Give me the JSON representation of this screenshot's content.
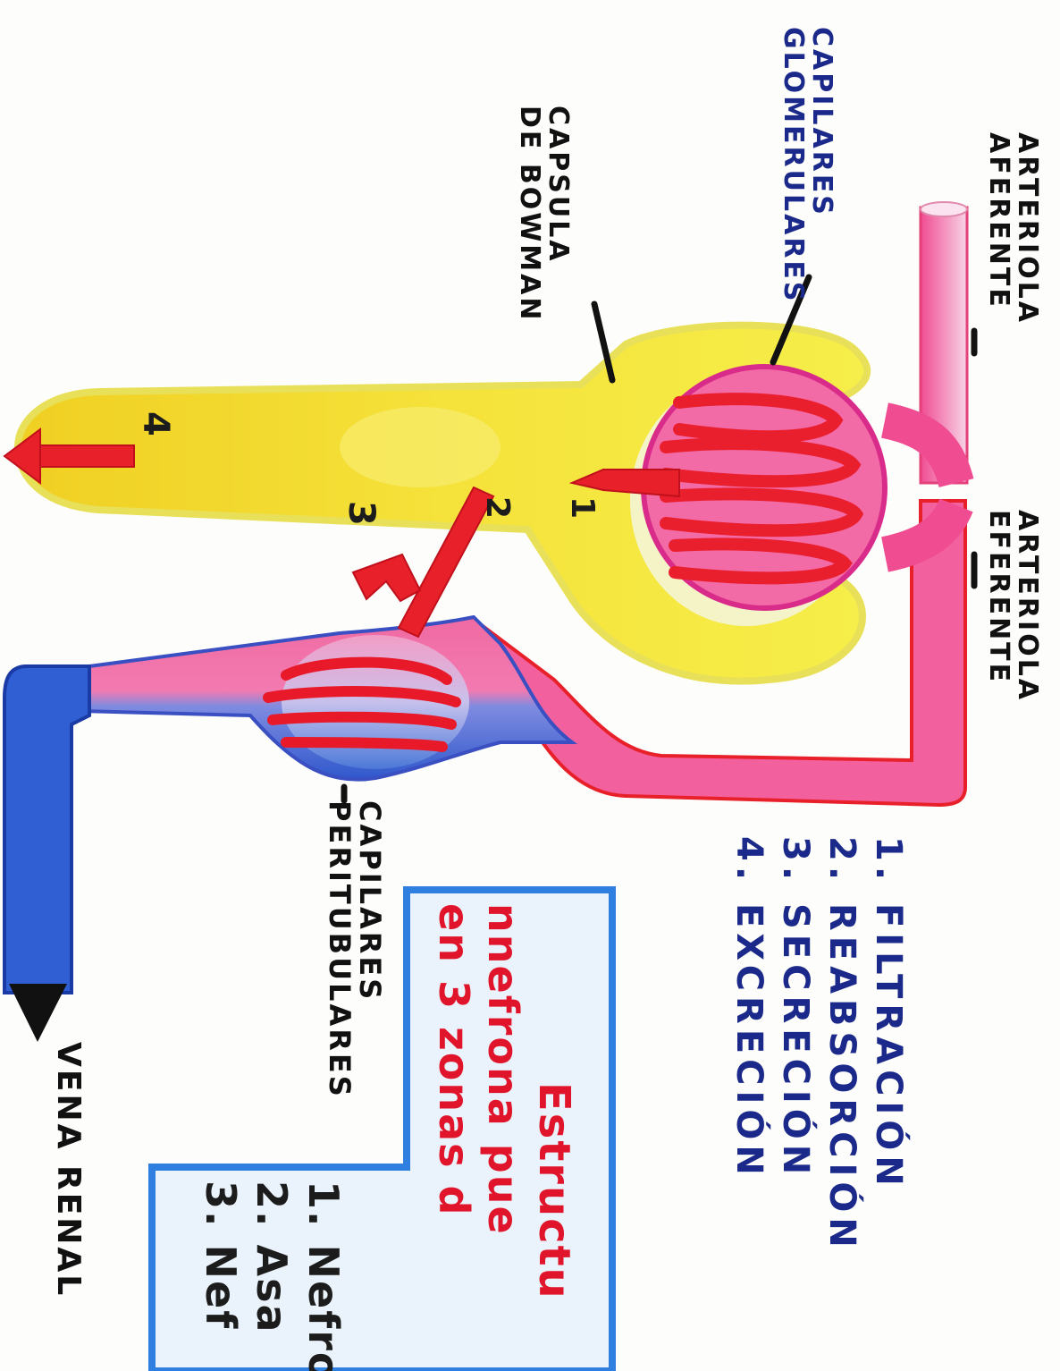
{
  "labels": {
    "arteriola_aferente": [
      "ARTERIOLA",
      "AFERENTE"
    ],
    "arteriola_eferente": [
      "ARTERIOLA",
      "EFERENTE"
    ],
    "capilares_glomerulares": [
      "CAPILARES",
      "GLOMERULARES"
    ],
    "capsula_bowman": [
      "CAPSULA",
      "DE BOWMAN"
    ],
    "capilares_peritubulares": [
      "CAPILARES",
      "PERITUBULARES"
    ],
    "vena_renal": "VENA RENAL"
  },
  "diagram_numbers": {
    "n1": "1",
    "n2": "2",
    "n3": "3",
    "n4": "4"
  },
  "process_list": [
    "1. FILTRACIÓN",
    "2. REABSORCIÓN",
    "3. SECRECIÓN",
    "4. EXCRECIÓN"
  ],
  "note": {
    "lines": [
      "Estructu",
      "nnefrona pue",
      "en 3 zonas d"
    ],
    "items": [
      "1. Nefro",
      "2. Asa",
      "3. Nef"
    ]
  },
  "colors": {
    "yellow": "#f2dc2a",
    "pink": "#f0589a",
    "red": "#e8202a",
    "blue": "#2c5fd0",
    "navy": "#1b2a8a",
    "light_blue_box": "#2f7fe0"
  }
}
